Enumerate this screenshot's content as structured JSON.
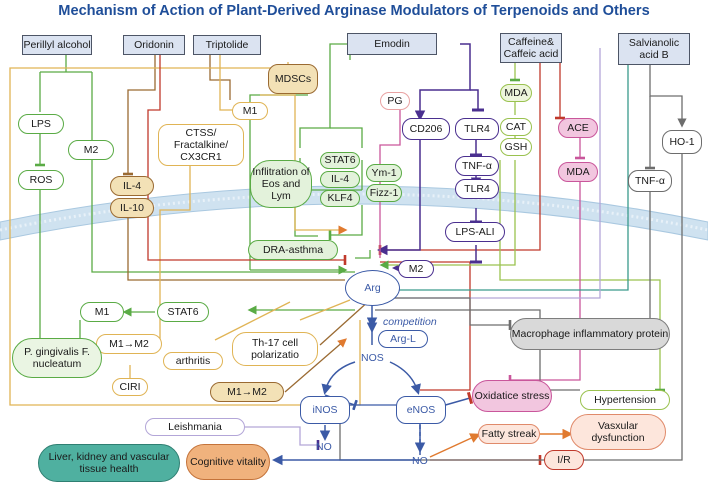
{
  "title": "Mechanism of Action of Plant-Derived Arginase Modulators of Terpenoids and Others",
  "sources": {
    "perillyl": "Perillyl alcohol",
    "oridonin": "Oridonin",
    "triptolide": "Triptolide",
    "emodin": "Emodin",
    "caffeine": "Caffeine& Caffeic acid",
    "salvianolic": "Salvianolic acid B"
  },
  "nodes": {
    "mdscs": "MDSCs",
    "pg": "PG",
    "lps": "LPS",
    "m2_left": "M2",
    "ros": "ROS",
    "m1_top": "M1",
    "ctss": "CTSS/ Fractalkine/ CX3CR1",
    "il4_a": "IL-4",
    "il10": "IL-10",
    "infiltration": "Inflitration of Eos and Lym",
    "stat6_a": "STAT6",
    "il4_b": "IL-4",
    "klf4": "KLF4",
    "ym1": "Ym-1",
    "fizz1": "Fizz-1",
    "cd206": "CD206",
    "tlr4_a": "TLR4",
    "tnf_a": "TNF-α",
    "tlr4_b": "TLR4",
    "lps_ali": "LPS-ALI",
    "mda_a": "MDA",
    "cat": "CAT",
    "gsh": "GSH",
    "ace": "ACE",
    "mda_b": "MDA",
    "ho1": "HO-1",
    "tnf_b": "TNF-α",
    "dra": "DRA-asthma",
    "m2_mid": "M2",
    "arg": "Arg",
    "m1_left": "M1",
    "stat6_b": "STAT6",
    "m1m2_a": "M1→M2",
    "th17": "Th-17 cell polarizatio",
    "arthritis": "arthritis",
    "pging": "P. gingivalis F. nucleatum",
    "ciri": "CIRI",
    "m1m2_b": "M1→M2",
    "competition": "competition",
    "argl": "Arg-L",
    "nos": "NOS",
    "macrophage": "Macrophage inflammatory protein",
    "hypertension": "Hypertension",
    "oxidative": "Oxidatice stress",
    "inos": "iNOS",
    "enos": "eNOS",
    "leishmania": "Leishmania",
    "no_a": "NO",
    "no_b": "NO",
    "fatty": "Fatty streak",
    "vascular": "Vasxular dysfunction",
    "ir": "I/R",
    "liver": "Liver, kidney and vascular tissue health",
    "cognitive": "Cognitive vitality"
  },
  "colors": {
    "title": "#1f4e99",
    "source_fill": "#dbe3f1",
    "green": "#5aab45",
    "brown": "#9a6a32",
    "red": "#c0392b",
    "purple": "#4a2f8f",
    "blue": "#3b5aa6",
    "gray": "#7d7d7d",
    "pink": "#c9569b",
    "orange": "#e07a2f",
    "tan": "#e0b455",
    "light_purple": "#b3a6d8",
    "membrane": "#cfe2f0"
  }
}
